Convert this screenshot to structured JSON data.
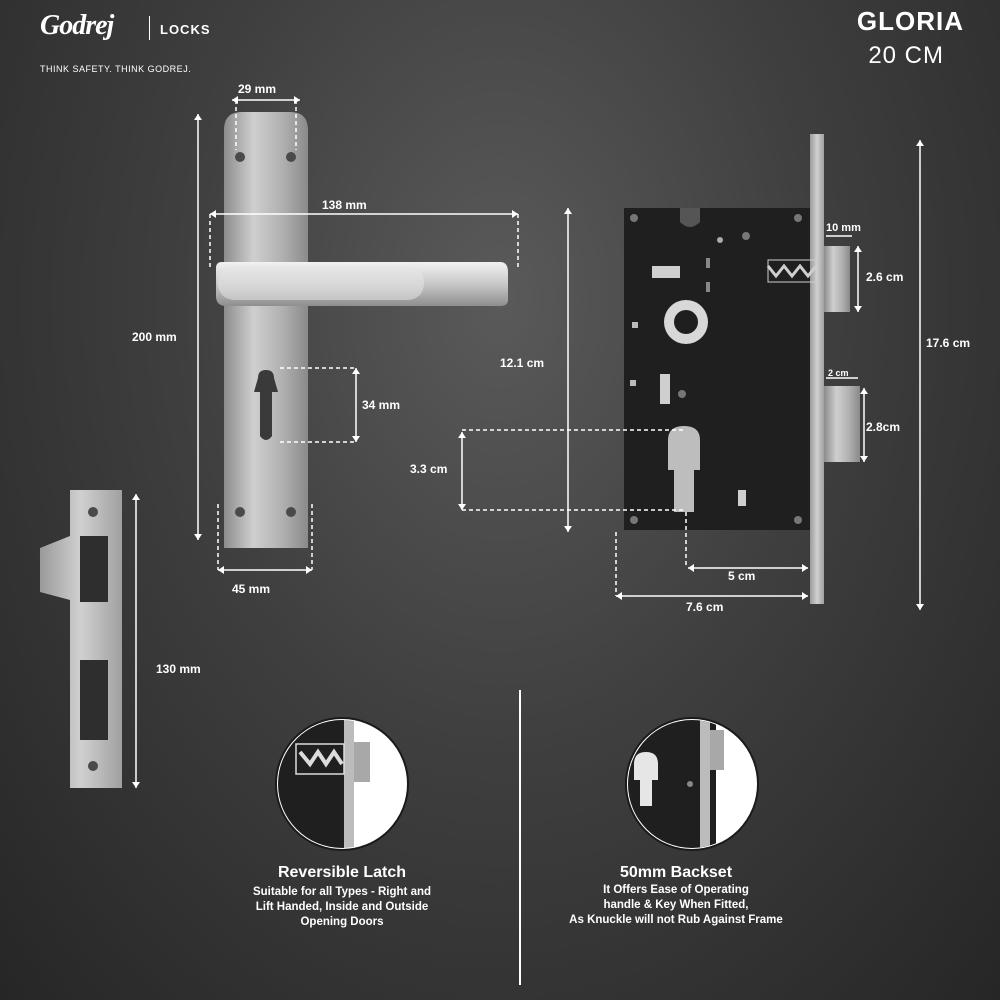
{
  "brand": {
    "logo_text": "Godrej",
    "division": "LOCKS",
    "tagline": "THINK SAFETY. THINK GODREJ."
  },
  "product": {
    "name": "GLORIA",
    "size": "20 CM"
  },
  "dimensions": {
    "handle_top_width": "29 mm",
    "lever_length": "138 mm",
    "handle_height": "200 mm",
    "keyhole_height": "34 mm",
    "handle_bottom_width": "45 mm",
    "strike_height": "130 mm",
    "case_height": "12.1 cm",
    "keyhole_depth": "3.3 cm",
    "latch_depth": "10 mm",
    "latch_height": "2.6 cm",
    "faceplate_height": "17.6 cm",
    "bolt_depth": "2 cm",
    "bolt_height": "2.8cm",
    "backset": "5 cm",
    "case_width": "7.6 cm"
  },
  "features": [
    {
      "title": "Reversible Latch",
      "description": [
        "Suitable for all Types - Right and",
        "Lift Handed, Inside and Outside",
        "Opening Doors"
      ]
    },
    {
      "title": "50mm Backset",
      "description": [
        "It Offers Ease of Operating",
        "handle & Key When Fitted,",
        "As Knuckle will not Rub Against Frame"
      ]
    }
  ],
  "colors": {
    "background": "#3f3f3f",
    "metal": "#b8b8b8",
    "lock_body": "#1f1f1f",
    "dim_line": "#ffffff"
  }
}
